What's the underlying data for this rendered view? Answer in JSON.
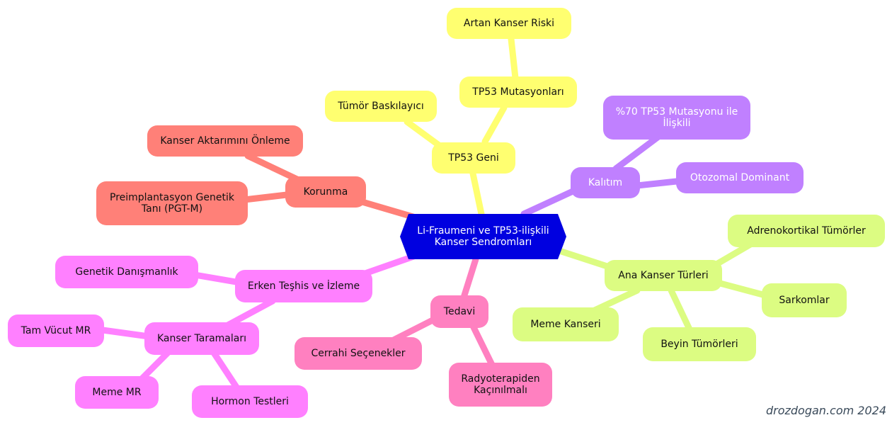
{
  "root": {
    "title": "Li-Fraumeni ve TP53-ilişkili\nKanser Sendromları"
  },
  "colors": {
    "root": "#0000e0",
    "tp53_branch": "#ffff70",
    "inheritance_branch": "#c080ff",
    "prevention_branch": "#ff8078",
    "cancer_types_branch": "#dcfc82",
    "screening_branch": "#ff80ff",
    "treatment_branch": "#ff80c0"
  },
  "branches": {
    "tp53": {
      "label": "TP53 Geni",
      "suppressor": "Tümör Baskılayıcı",
      "mutations": "TP53 Mutasyonları",
      "risk": "Artan Kanser Riski"
    },
    "inheritance": {
      "label": "Kalıtım",
      "association": "%70 TP53 Mutasyonu ile\nİlişkili",
      "mode": "Otozomal Dominant"
    },
    "prevention": {
      "label": "Korunma",
      "transmission": "Kanser Aktarımını Önleme",
      "pgt": "Preimplantasyon Genetik\nTanı (PGT-M)"
    },
    "cancer_types": {
      "label": "Ana Kanser Türleri",
      "adrenocortical": "Adrenokortikal Tümörler",
      "sarcoma": "Sarkomlar",
      "brain": "Beyin Tümörleri",
      "breast": "Meme Kanseri"
    },
    "screening": {
      "label": "Erken Teşhis ve İzleme",
      "counseling": "Genetik Danışmanlık",
      "cancer_screening": "Kanser Taramaları",
      "whole_body_mri": "Tam Vücut MR",
      "breast_mri": "Meme MR",
      "hormone_tests": "Hormon Testleri"
    },
    "treatment": {
      "label": "Tedavi",
      "surgery": "Cerrahi Seçenekler",
      "avoid_radiotherapy": "Radyoterapiden\nKaçınılmalı"
    }
  },
  "credit": "drozdogan.com 2024"
}
